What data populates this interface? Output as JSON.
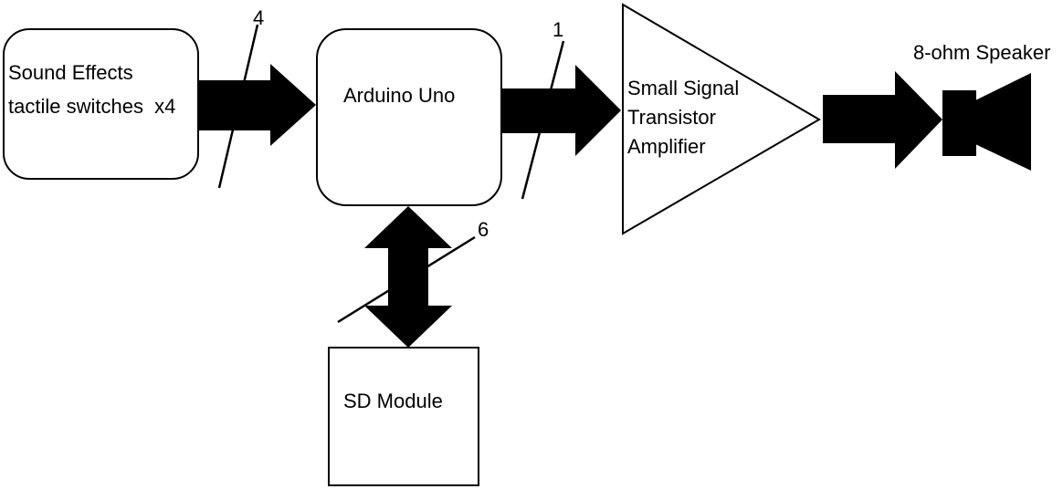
{
  "diagram": {
    "nodes": {
      "switches": {
        "line1": "Sound Effects",
        "line2": "tactile switches  x4"
      },
      "arduino": {
        "label": "Arduino Uno"
      },
      "amplifier": {
        "line1": "Small Signal",
        "line2": "Transistor",
        "line3": "Amplifier"
      },
      "speaker": {
        "label": "8-ohm Speaker"
      },
      "sd": {
        "label": "SD Module"
      }
    },
    "buses": {
      "switches_to_arduino": {
        "width_label": "4"
      },
      "arduino_to_amplifier": {
        "width_label": "1"
      },
      "arduino_sd": {
        "width_label": "6"
      }
    },
    "colors": {
      "stroke": "#000000",
      "fill": "#ffffff",
      "arrow": "#000000"
    }
  }
}
